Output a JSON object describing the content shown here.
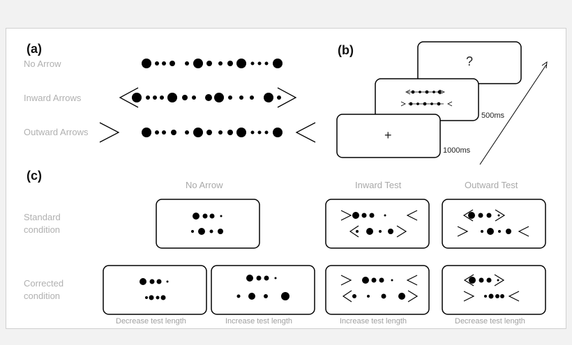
{
  "panels": {
    "a": "(a)",
    "b": "(b)",
    "c": "(c)"
  },
  "panel_a": {
    "rows": [
      "No Arrow",
      "Inward Arrows",
      "Outward Arrows"
    ]
  },
  "panel_b": {
    "question": "?",
    "fixation": "+",
    "t1": "500ms",
    "t2": "1000ms"
  },
  "panel_c": {
    "col_no_arrow": "No Arrow",
    "col_inward": "Inward Test",
    "col_outward": "Outward Test",
    "row_standard_1": "Standard",
    "row_standard_2": "condition",
    "row_corrected_1": "Corrected",
    "row_corrected_2": "condition",
    "caption_1": "Decrease test length",
    "caption_2": "Increase test length",
    "caption_3": "Increase test length",
    "caption_4": "Decrease test length"
  }
}
